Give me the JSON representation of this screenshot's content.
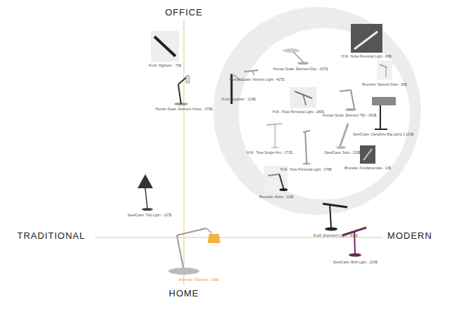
{
  "diagram": {
    "labels": [
      "OFFICE",
      "Knoll: Highwire - 70$",
      "Human Scale: Element Vision - 379$",
      "Knoll: Sparkler - 214$",
      "Human Scale: Element Disc - 437$",
      "Human Scale: Horizon Light - 407$",
      "H.M.: Nobe Personal Light - 89$",
      "Brunette: Natural Glow - 39$",
      "H.M.: Flute Personal Light - 289$",
      "Human Scale: Element 790 - 343$",
      "SteelCase: Camphire Big Lamp 1,103$",
      "H.M.: Tone Single Arm - 271$",
      "SteelCase: Soto - 209$",
      "Brunette: Fundamentals - 13$",
      "H.M.: Tone Personal Light - 378$",
      "Brunette: Astra - 116$",
      "SteelCase: Tolo Light - 107$",
      "TRADITIONAL",
      "MODERN",
      "Knoll: Experient Light - 301$",
      "SteelCase: Belli Light - 224$",
      "Artemide: Tolomeo - 240$",
      "HOME"
    ]
  }
}
